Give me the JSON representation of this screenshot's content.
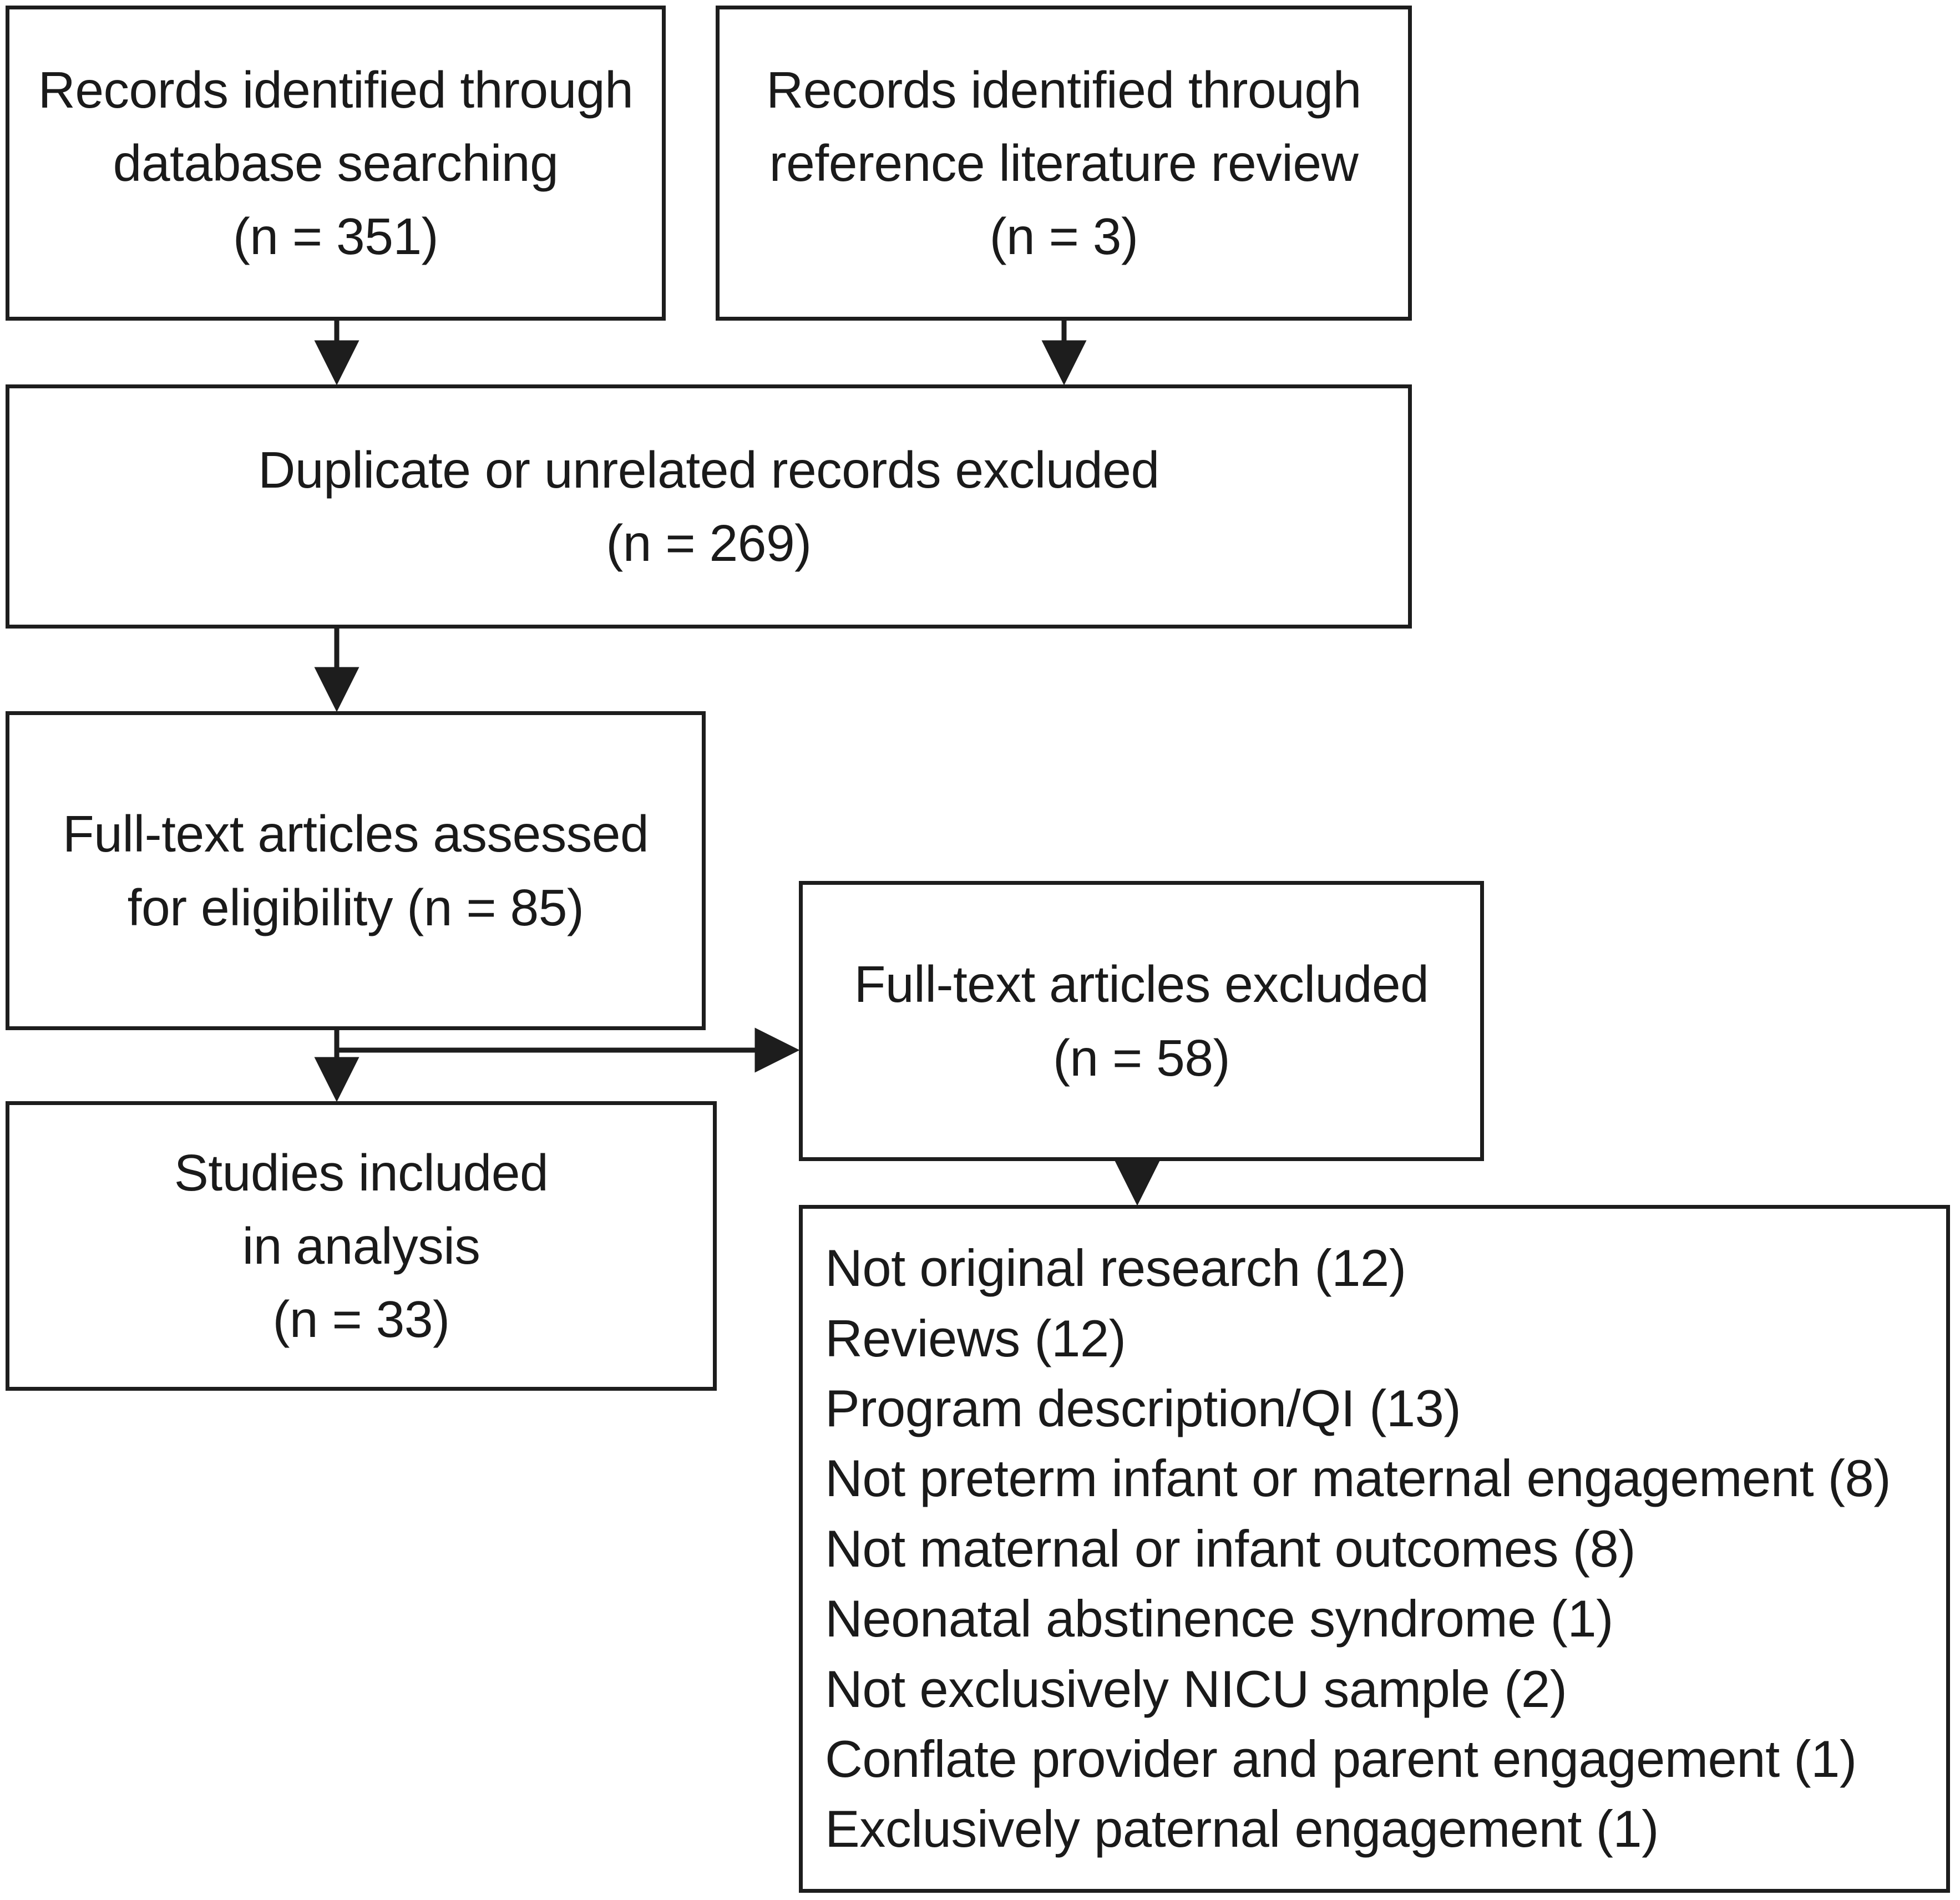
{
  "diagram": {
    "type": "prisma-flow-diagram",
    "nodes": {
      "db_search": {
        "lines": [
          "Records identified through",
          "database searching",
          "(n = 351)"
        ],
        "n": 351
      },
      "ref_review": {
        "lines": [
          "Records identified through",
          "reference literature review",
          "(n = 3)"
        ],
        "n": 3
      },
      "duplicates_excluded": {
        "lines": [
          "Duplicate or unrelated records excluded",
          "(n = 269)"
        ],
        "n": 269
      },
      "fulltext_assessed": {
        "lines": [
          "Full-text articles assessed",
          "for eligibility (n = 85)"
        ],
        "n": 85
      },
      "fulltext_excluded": {
        "lines": [
          "Full-text articles excluded",
          "(n = 58)"
        ],
        "n": 58
      },
      "studies_included": {
        "lines": [
          "Studies included",
          "in analysis",
          "(n = 33)"
        ],
        "n": 33
      },
      "exclusion_reasons": {
        "lines": [
          "Not original research (12)",
          "Reviews (12)",
          "Program description/QI (13)",
          "Not preterm infant or maternal engagement (8)",
          "Not maternal or infant outcomes (8)",
          "Neonatal abstinence syndrome (1)",
          "Not exclusively NICU sample (2)",
          "Conflate provider and parent engagement (1)",
          "Exclusively paternal engagement (1)"
        ],
        "items": [
          {
            "reason": "Not original research",
            "count": 12
          },
          {
            "reason": "Reviews",
            "count": 12
          },
          {
            "reason": "Program description/QI",
            "count": 13
          },
          {
            "reason": "Not preterm infant or maternal engagement",
            "count": 8
          },
          {
            "reason": "Not maternal or infant outcomes",
            "count": 8
          },
          {
            "reason": "Neonatal abstinence syndrome",
            "count": 1
          },
          {
            "reason": "Not exclusively NICU sample",
            "count": 2
          },
          {
            "reason": "Conflate provider and parent engagement",
            "count": 1
          },
          {
            "reason": "Exclusively paternal engagement",
            "count": 1
          }
        ]
      }
    },
    "colors": {
      "border": "#1d1d1d",
      "text": "#1a1a1a",
      "background": "#ffffff"
    }
  }
}
